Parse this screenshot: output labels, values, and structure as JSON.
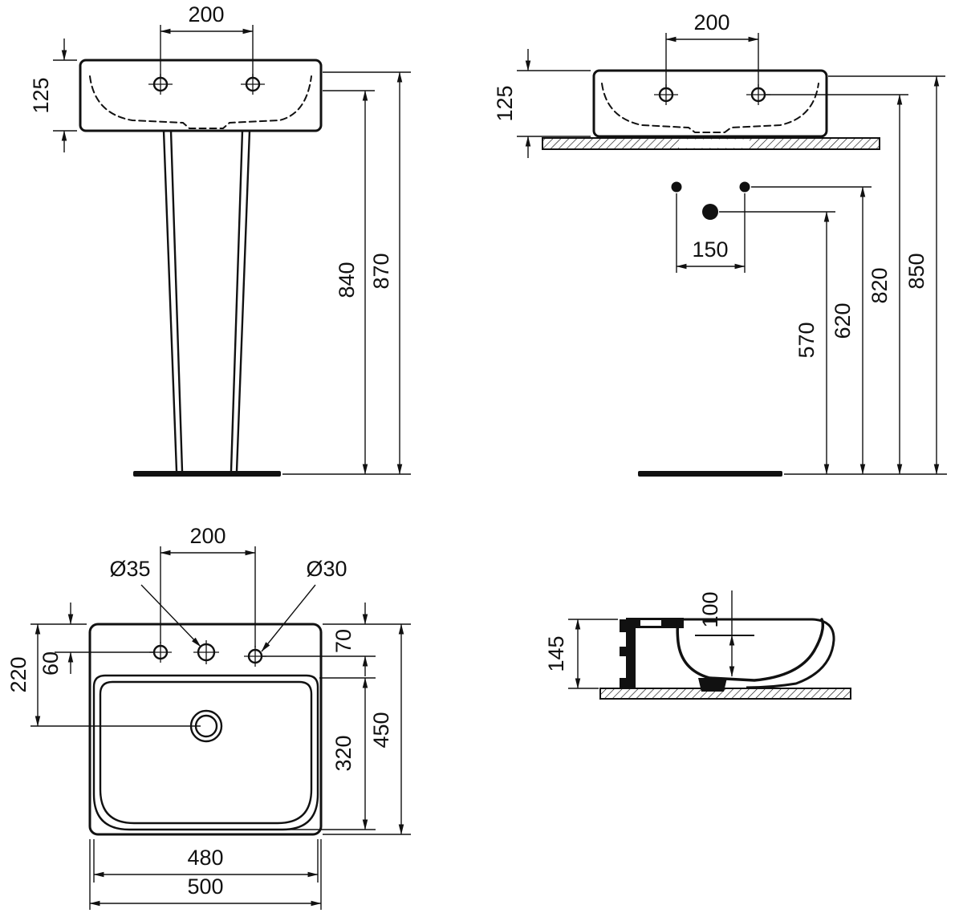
{
  "drawing": {
    "front_view": {
      "width_200": "200",
      "height_125": "125",
      "height_840": "840",
      "height_870": "870"
    },
    "wall_view": {
      "width_200": "200",
      "height_125": "125",
      "spacing_150": "150",
      "height_570": "570",
      "height_620": "620",
      "height_820": "820",
      "height_850": "850"
    },
    "plan_view": {
      "width_200": "200",
      "dia_35": "Ø35",
      "dia_30": "Ø30",
      "depth_60": "60",
      "depth_70": "70",
      "depth_220": "220",
      "depth_320": "320",
      "depth_450": "450",
      "width_480": "480",
      "width_500": "500"
    },
    "section_view": {
      "height_145": "145",
      "depth_100": "100"
    }
  }
}
